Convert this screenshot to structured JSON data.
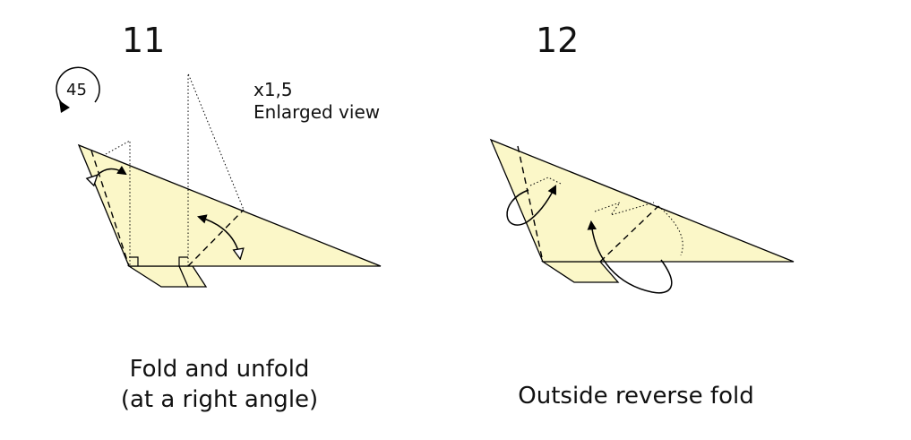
{
  "steps": [
    {
      "number": "11",
      "rotation": "45",
      "scale_note": [
        "x1,5",
        "Enlarged view"
      ],
      "caption": [
        "Fold and unfold",
        "(at a right angle)"
      ]
    },
    {
      "number": "12",
      "caption": [
        "Outside reverse fold"
      ]
    }
  ],
  "colors": {
    "paper": "#fbf7c8",
    "stroke": "#000000"
  }
}
